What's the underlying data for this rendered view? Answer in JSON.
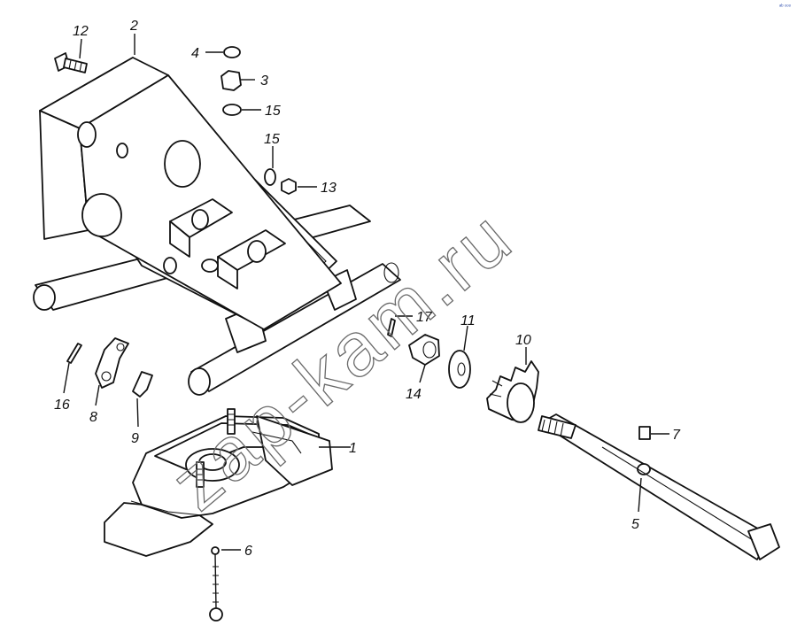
{
  "watermark": "zap-kam.ru",
  "corner_mark": "ᵃᵇ ᵒᵒᵒ",
  "callouts": {
    "p1": "1",
    "p2": "2",
    "p3": "3",
    "p4": "4",
    "p5": "5",
    "p6": "6",
    "p7": "7",
    "p8": "8",
    "p9": "9",
    "p10": "10",
    "p11": "11",
    "p12": "12",
    "p13": "13",
    "p14": "14",
    "p15a": "15",
    "p15b": "15",
    "p16": "16",
    "p17": "17"
  }
}
